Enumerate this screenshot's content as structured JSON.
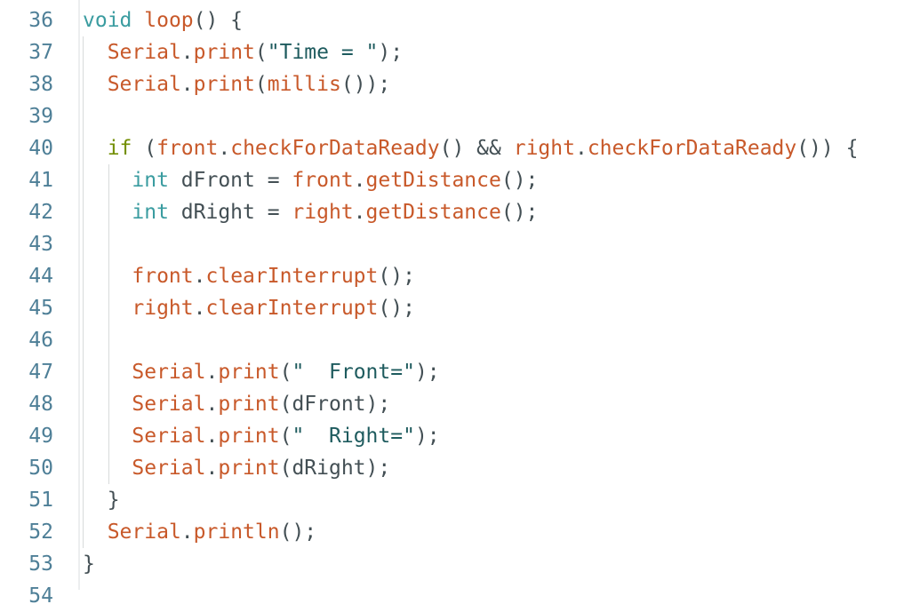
{
  "editor": {
    "colors": {
      "function": "#c8592a",
      "type": "#3a9ca0",
      "control": "#728e00",
      "string": "#1e5b5e",
      "punct": "#434f54",
      "line_number": "#4e7f97"
    },
    "lines": [
      {
        "n": "36",
        "tokens": [
          [
            "kw",
            "void"
          ],
          [
            "p",
            " "
          ],
          [
            "fn",
            "loop"
          ],
          [
            "p",
            "() {"
          ]
        ]
      },
      {
        "n": "37",
        "tokens": [
          [
            "p",
            "  "
          ],
          [
            "fn",
            "Serial"
          ],
          [
            "p",
            "."
          ],
          [
            "fn",
            "print"
          ],
          [
            "p",
            "("
          ],
          [
            "str",
            "\"Time = \""
          ],
          [
            "p",
            ");"
          ]
        ]
      },
      {
        "n": "38",
        "tokens": [
          [
            "p",
            "  "
          ],
          [
            "fn",
            "Serial"
          ],
          [
            "p",
            "."
          ],
          [
            "fn",
            "print"
          ],
          [
            "p",
            "("
          ],
          [
            "fn",
            "millis"
          ],
          [
            "p",
            "());"
          ]
        ]
      },
      {
        "n": "39",
        "tokens": []
      },
      {
        "n": "40",
        "tokens": [
          [
            "p",
            "  "
          ],
          [
            "ctl",
            "if"
          ],
          [
            "p",
            " ("
          ],
          [
            "fn",
            "front"
          ],
          [
            "p",
            "."
          ],
          [
            "fn",
            "checkForDataReady"
          ],
          [
            "p",
            "() && "
          ],
          [
            "fn",
            "right"
          ],
          [
            "p",
            "."
          ],
          [
            "fn",
            "checkForDataReady"
          ],
          [
            "p",
            "()) {"
          ]
        ]
      },
      {
        "n": "41",
        "tokens": [
          [
            "p",
            "    "
          ],
          [
            "kw",
            "int"
          ],
          [
            "p",
            " dFront = "
          ],
          [
            "fn",
            "front"
          ],
          [
            "p",
            "."
          ],
          [
            "fn",
            "getDistance"
          ],
          [
            "p",
            "();"
          ]
        ]
      },
      {
        "n": "42",
        "tokens": [
          [
            "p",
            "    "
          ],
          [
            "kw",
            "int"
          ],
          [
            "p",
            " dRight = "
          ],
          [
            "fn",
            "right"
          ],
          [
            "p",
            "."
          ],
          [
            "fn",
            "getDistance"
          ],
          [
            "p",
            "();"
          ]
        ]
      },
      {
        "n": "43",
        "tokens": []
      },
      {
        "n": "44",
        "tokens": [
          [
            "p",
            "    "
          ],
          [
            "fn",
            "front"
          ],
          [
            "p",
            "."
          ],
          [
            "fn",
            "clearInterrupt"
          ],
          [
            "p",
            "();"
          ]
        ]
      },
      {
        "n": "45",
        "tokens": [
          [
            "p",
            "    "
          ],
          [
            "fn",
            "right"
          ],
          [
            "p",
            "."
          ],
          [
            "fn",
            "clearInterrupt"
          ],
          [
            "p",
            "();"
          ]
        ]
      },
      {
        "n": "46",
        "tokens": []
      },
      {
        "n": "47",
        "tokens": [
          [
            "p",
            "    "
          ],
          [
            "fn",
            "Serial"
          ],
          [
            "p",
            "."
          ],
          [
            "fn",
            "print"
          ],
          [
            "p",
            "("
          ],
          [
            "str",
            "\"  Front=\""
          ],
          [
            "p",
            ");"
          ]
        ]
      },
      {
        "n": "48",
        "tokens": [
          [
            "p",
            "    "
          ],
          [
            "fn",
            "Serial"
          ],
          [
            "p",
            "."
          ],
          [
            "fn",
            "print"
          ],
          [
            "p",
            "(dFront);"
          ]
        ]
      },
      {
        "n": "49",
        "tokens": [
          [
            "p",
            "    "
          ],
          [
            "fn",
            "Serial"
          ],
          [
            "p",
            "."
          ],
          [
            "fn",
            "print"
          ],
          [
            "p",
            "("
          ],
          [
            "str",
            "\"  Right=\""
          ],
          [
            "p",
            ");"
          ]
        ]
      },
      {
        "n": "50",
        "tokens": [
          [
            "p",
            "    "
          ],
          [
            "fn",
            "Serial"
          ],
          [
            "p",
            "."
          ],
          [
            "fn",
            "print"
          ],
          [
            "p",
            "(dRight);"
          ]
        ]
      },
      {
        "n": "51",
        "tokens": [
          [
            "p",
            "  }"
          ]
        ]
      },
      {
        "n": "52",
        "tokens": [
          [
            "p",
            "  "
          ],
          [
            "fn",
            "Serial"
          ],
          [
            "p",
            "."
          ],
          [
            "fn",
            "println"
          ],
          [
            "p",
            "();"
          ]
        ]
      },
      {
        "n": "53",
        "tokens": [
          [
            "p",
            "}"
          ]
        ]
      },
      {
        "n": "54",
        "tokens": []
      }
    ]
  }
}
